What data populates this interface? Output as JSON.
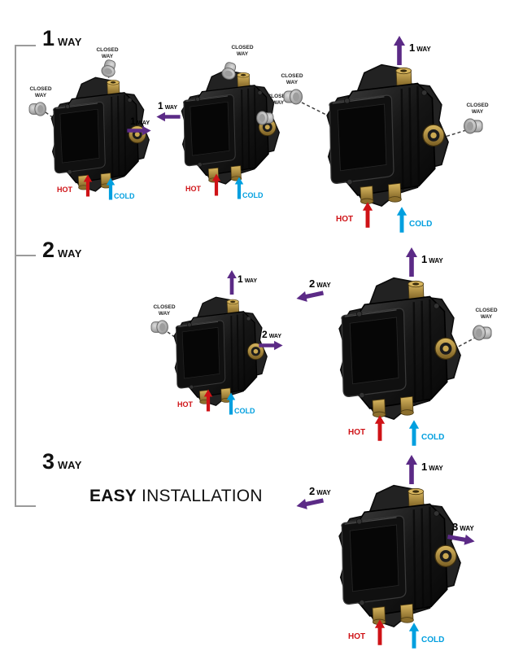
{
  "sections": [
    {
      "number": "1",
      "word": "WAY"
    },
    {
      "number": "2",
      "word": "WAY"
    },
    {
      "number": "3",
      "word": "WAY"
    }
  ],
  "tagline": {
    "bold": "EASY",
    "regular": "INSTALLATION"
  },
  "labels": {
    "closed_way": "CLOSED\nWAY"
  },
  "colors": {
    "way_arrow": "#5b2a86",
    "hot": "#cf1216",
    "cold": "#009fdf",
    "bracket": "#9b9b9b",
    "dashed_line": "#3f3f3f",
    "plug": "#b5b5b5"
  },
  "diagrams": [
    {
      "name": "one-way-outlet-right",
      "open_ways": [
        {
          "num": "1",
          "word": "WAY",
          "direction": "right"
        }
      ],
      "closed_ways": [
        "top",
        "left"
      ],
      "inlets": {
        "hot": "HOT",
        "cold": "COLD"
      }
    },
    {
      "name": "one-way-outlet-left",
      "open_ways": [
        {
          "num": "1",
          "word": "WAY",
          "direction": "left"
        }
      ],
      "closed_ways": [
        "top",
        "right"
      ],
      "inlets": {
        "hot": "HOT",
        "cold": "COLD"
      }
    },
    {
      "name": "one-way-outlet-top",
      "open_ways": [
        {
          "num": "1",
          "word": "WAY",
          "direction": "up"
        }
      ],
      "closed_ways": [
        "left",
        "right"
      ],
      "inlets": {
        "hot": "HOT",
        "cold": "COLD"
      }
    },
    {
      "name": "two-way-top-and-right",
      "open_ways": [
        {
          "num": "1",
          "word": "WAY",
          "direction": "up"
        },
        {
          "num": "2",
          "word": "WAY",
          "direction": "right"
        }
      ],
      "closed_ways": [
        "left"
      ],
      "inlets": {
        "hot": "HOT",
        "cold": "COLD"
      }
    },
    {
      "name": "two-way-top-and-left",
      "open_ways": [
        {
          "num": "1",
          "word": "WAY",
          "direction": "up"
        },
        {
          "num": "2",
          "word": "WAY",
          "direction": "left"
        }
      ],
      "closed_ways": [
        "right"
      ],
      "inlets": {
        "hot": "HOT",
        "cold": "COLD"
      }
    },
    {
      "name": "three-way",
      "open_ways": [
        {
          "num": "1",
          "word": "WAY",
          "direction": "up"
        },
        {
          "num": "2",
          "word": "WAY",
          "direction": "left"
        },
        {
          "num": "3",
          "word": "WAY",
          "direction": "right"
        }
      ],
      "closed_ways": [],
      "inlets": {
        "hot": "HOT",
        "cold": "COLD"
      }
    }
  ]
}
